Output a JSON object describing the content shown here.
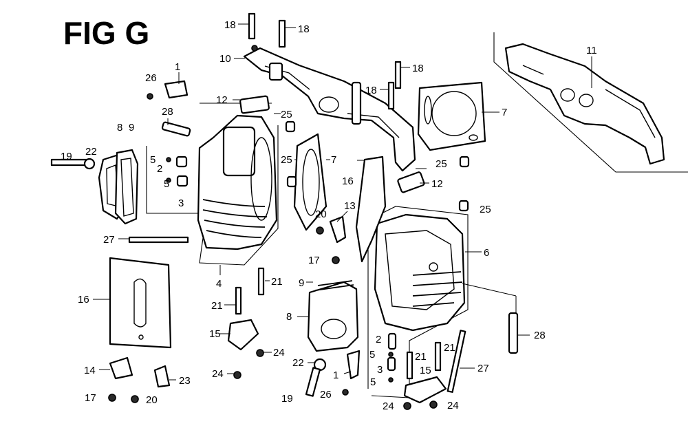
{
  "figure": {
    "title": "FIG G"
  },
  "callouts": [
    {
      "id": "18",
      "text": "18"
    },
    {
      "id": "18",
      "text": "18"
    },
    {
      "id": "10",
      "text": "10"
    },
    {
      "id": "18",
      "text": "18"
    },
    {
      "id": "18",
      "text": "18"
    },
    {
      "id": "11",
      "text": "11"
    },
    {
      "id": "1",
      "text": "1"
    },
    {
      "id": "26",
      "text": "26"
    },
    {
      "id": "12",
      "text": "12"
    },
    {
      "id": "7",
      "text": "7"
    },
    {
      "id": "28",
      "text": "28"
    },
    {
      "id": "25",
      "text": "25"
    },
    {
      "id": "8",
      "text": "8"
    },
    {
      "id": "9",
      "text": "9"
    },
    {
      "id": "5",
      "text": "5"
    },
    {
      "id": "2",
      "text": "2"
    },
    {
      "id": "19",
      "text": "19"
    },
    {
      "id": "22",
      "text": "22"
    },
    {
      "id": "25",
      "text": "25"
    },
    {
      "id": "7",
      "text": "7"
    },
    {
      "id": "25",
      "text": "25"
    },
    {
      "id": "5",
      "text": "5"
    },
    {
      "id": "3",
      "text": "3"
    },
    {
      "id": "16",
      "text": "16"
    },
    {
      "id": "12",
      "text": "12"
    },
    {
      "id": "13",
      "text": "13"
    },
    {
      "id": "25",
      "text": "25"
    },
    {
      "id": "20",
      "text": "20"
    },
    {
      "id": "27",
      "text": "27"
    },
    {
      "id": "6",
      "text": "6"
    },
    {
      "id": "17",
      "text": "17"
    },
    {
      "id": "4",
      "text": "4"
    },
    {
      "id": "21",
      "text": "21"
    },
    {
      "id": "9",
      "text": "9"
    },
    {
      "id": "16",
      "text": "16"
    },
    {
      "id": "21",
      "text": "21"
    },
    {
      "id": "8",
      "text": "8"
    },
    {
      "id": "15",
      "text": "15"
    },
    {
      "id": "28",
      "text": "28"
    },
    {
      "id": "2",
      "text": "2"
    },
    {
      "id": "24",
      "text": "24"
    },
    {
      "id": "22",
      "text": "22"
    },
    {
      "id": "5",
      "text": "5"
    },
    {
      "id": "21",
      "text": "21"
    },
    {
      "id": "21",
      "text": "21"
    },
    {
      "id": "14",
      "text": "14"
    },
    {
      "id": "1",
      "text": "1"
    },
    {
      "id": "3",
      "text": "3"
    },
    {
      "id": "15",
      "text": "15"
    },
    {
      "id": "27",
      "text": "27"
    },
    {
      "id": "24",
      "text": "24"
    },
    {
      "id": "23",
      "text": "23"
    },
    {
      "id": "5",
      "text": "5"
    },
    {
      "id": "17",
      "text": "17"
    },
    {
      "id": "20",
      "text": "20"
    },
    {
      "id": "19",
      "text": "19"
    },
    {
      "id": "26",
      "text": "26"
    },
    {
      "id": "24",
      "text": "24"
    },
    {
      "id": "24",
      "text": "24"
    }
  ]
}
